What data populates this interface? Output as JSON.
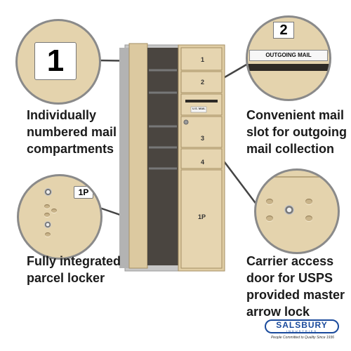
{
  "features": {
    "compartments": {
      "caption": [
        "Individually",
        "numbered mail",
        "compartments"
      ],
      "plate_number": "1"
    },
    "outgoing_slot": {
      "caption": [
        "Convenient mail",
        "slot for outgoing",
        "mail collection"
      ],
      "plate_number": "2",
      "slot_label": "OUTGOING MAIL"
    },
    "parcel_locker": {
      "caption": [
        "Fully integrated",
        "parcel locker"
      ],
      "plate_label": "1P"
    },
    "carrier_door": {
      "caption": [
        "Carrier access",
        "door for USPS",
        "provided master",
        "arrow lock"
      ]
    }
  },
  "mailbox": {
    "door_numbers": [
      "1",
      "2",
      "3",
      "4"
    ],
    "parcel_label": "1P",
    "usps_label": "U.S. MAIL"
  },
  "brand": {
    "name": "SALSBURY",
    "subline": "INDUSTRIES",
    "tagline": "People Committed to Quality Since 1936",
    "color": "#1a4a9c"
  },
  "colors": {
    "sand": "#e4d3ad",
    "frame": "#c9c9c9"
  }
}
